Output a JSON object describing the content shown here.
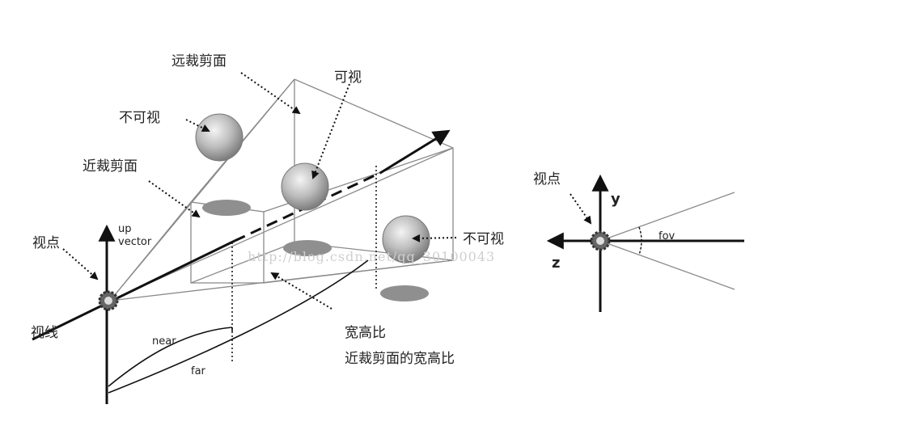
{
  "left_diagram": {
    "labels": {
      "far_clip_plane": "远裁剪面",
      "visible": "可视",
      "not_visible_left": "不可视",
      "near_clip_plane": "近裁剪面",
      "viewpoint": "视点",
      "up_vector_line1": "up",
      "up_vector_line2": "vector",
      "line_of_sight": "视线",
      "near": "near",
      "far": "far",
      "not_visible_right": "不可视",
      "aspect_ratio": "宽高比",
      "near_plane_aspect_ratio": "近裁剪面的宽高比"
    }
  },
  "right_diagram": {
    "labels": {
      "viewpoint": "视点",
      "y_axis": "y",
      "z_axis": "z",
      "fov": "fov"
    }
  },
  "watermark": "http://blog.csdn.net/qq_30100043",
  "colors": {
    "ink": "#111111",
    "frustum_line": "#8a8a8a",
    "shadow": "#8f8f8f"
  }
}
